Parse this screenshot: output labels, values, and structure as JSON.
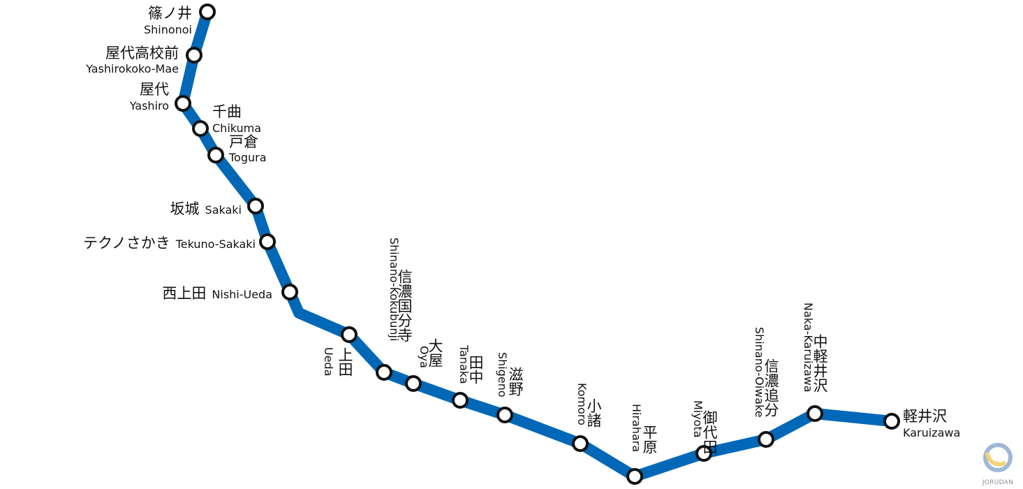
{
  "line": {
    "color": "#0068b7"
  },
  "stations": [
    {
      "jp": "篠ノ井",
      "en": "Shinonoi"
    },
    {
      "jp": "屋代高校前",
      "en": "Yashirokoko-Mae"
    },
    {
      "jp": "屋代",
      "en": "Yashiro"
    },
    {
      "jp": "千曲",
      "en": "Chikuma"
    },
    {
      "jp": "戸倉",
      "en": "Togura"
    },
    {
      "jp": "坂城",
      "en": "Sakaki"
    },
    {
      "jp": "テクノさかき",
      "en": "Tekuno-Sakaki"
    },
    {
      "jp": "西上田",
      "en": "Nishi-Ueda"
    },
    {
      "jp": "上田",
      "en": "Ueda"
    },
    {
      "jp": "信濃国分寺",
      "en": "Shinano-Kokubunji"
    },
    {
      "jp": "大屋",
      "en": "Oya"
    },
    {
      "jp": "田中",
      "en": "Tanaka"
    },
    {
      "jp": "滋野",
      "en": "Shigeno"
    },
    {
      "jp": "小諸",
      "en": "Komoro"
    },
    {
      "jp": "平原",
      "en": "Hirahara"
    },
    {
      "jp": "御代田",
      "en": "Miyota"
    },
    {
      "jp": "信濃追分",
      "en": "Shinano-Oiwake"
    },
    {
      "jp": "中軽井沢",
      "en": "Naka-Karuizawa"
    },
    {
      "jp": "軽井沢",
      "en": "Karuizawa"
    }
  ],
  "logo": {
    "text": "JORUDAN"
  }
}
